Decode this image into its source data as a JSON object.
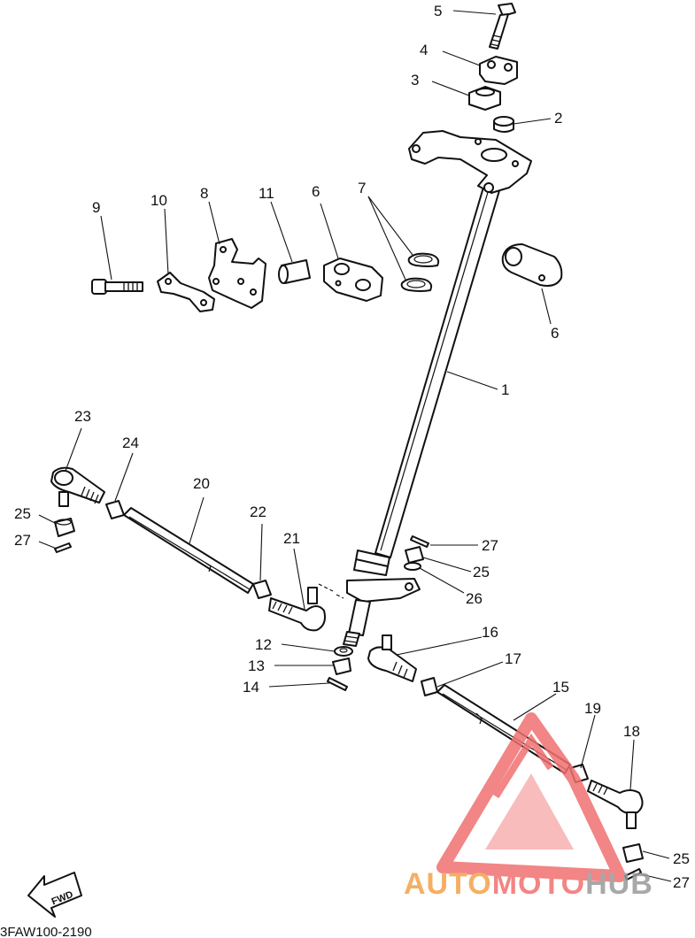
{
  "diagram": {
    "code": "3FAW100-2190",
    "fwd_label": "FWD",
    "labels": {
      "n1": "1",
      "n2": "2",
      "n3": "3",
      "n4": "4",
      "n5": "5",
      "n6a": "6",
      "n6b": "6",
      "n7": "7",
      "n8": "8",
      "n9": "9",
      "n10": "10",
      "n11": "11",
      "n12": "12",
      "n13": "13",
      "n14": "14",
      "n15": "15",
      "n16": "16",
      "n17": "17",
      "n18": "18",
      "n19": "19",
      "n20": "20",
      "n21": "21",
      "n22": "22",
      "n23": "23",
      "n24": "24",
      "n25a": "25",
      "n25b": "25",
      "n25c": "25",
      "n26": "26",
      "n27a": "27",
      "n27b": "27",
      "n27c": "27"
    }
  },
  "watermark": {
    "part1": "AUTO",
    "part2": "MOTO",
    "part3": "HUB",
    "color_orange": "#f4a24a",
    "color_red": "#f07070",
    "color_grey": "#9a9a9a"
  }
}
